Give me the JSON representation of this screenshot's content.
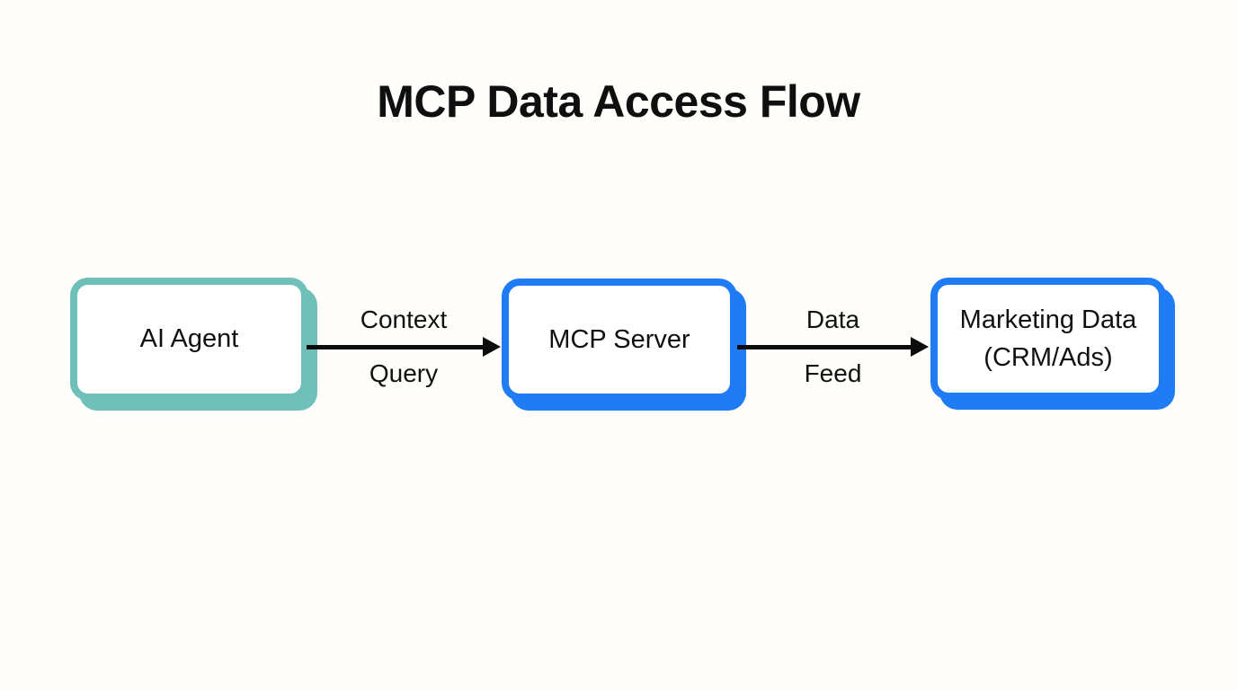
{
  "title": "MCP Data Access Flow",
  "colors": {
    "background": "#fffefb",
    "teal_accent": "#6ec0b8",
    "blue_accent": "#1f7cf4",
    "text": "#111111",
    "arrow": "#0c0c0c"
  },
  "nodes": [
    {
      "id": "ai-agent",
      "label": "AI Agent",
      "label2": "",
      "accent": "#6ec0b8"
    },
    {
      "id": "mcp-server",
      "label": "MCP Server",
      "label2": "",
      "accent": "#1f7cf4"
    },
    {
      "id": "marketing-data",
      "label": "Marketing Data",
      "label2": "(CRM/Ads)",
      "accent": "#1f7cf4"
    }
  ],
  "edges": [
    {
      "from": "ai-agent",
      "to": "mcp-server",
      "label1": "Context",
      "label2": "Query"
    },
    {
      "from": "mcp-server",
      "to": "marketing-data",
      "label1": "Data",
      "label2": "Feed"
    }
  ]
}
